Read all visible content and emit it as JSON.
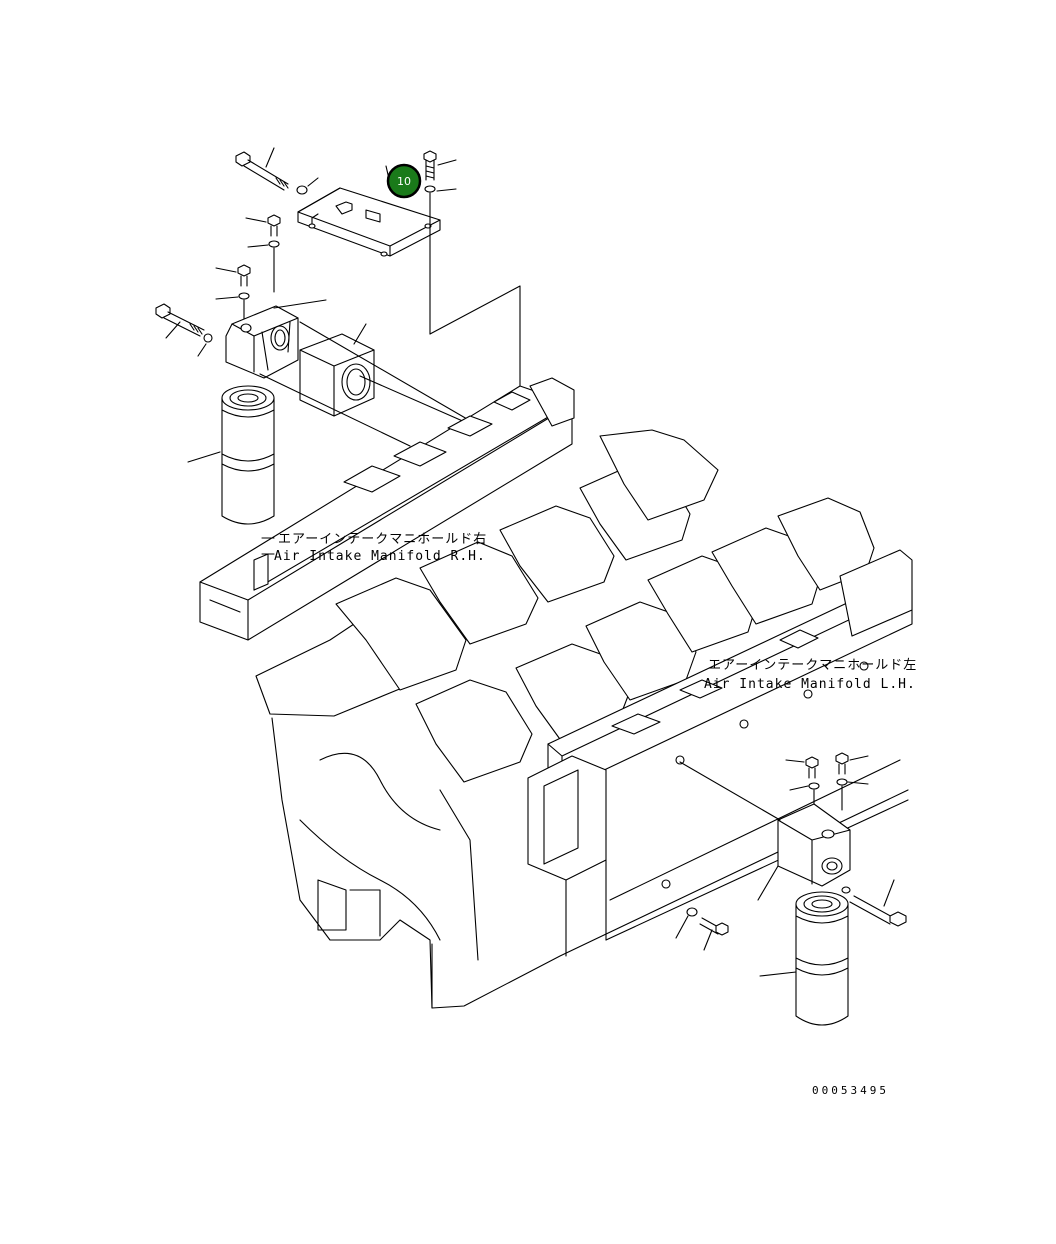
{
  "callout": {
    "number": "10",
    "color": "#1a7a1a"
  },
  "labels": {
    "rh_jp": "エアーインテークマニホールド右",
    "rh_en": "Air Intake Manifold R.H.",
    "lh_jp": "エアーインテークマニホールド左",
    "lh_en": "Air Intake Manifold L.H."
  },
  "drawing_number": "00053495"
}
